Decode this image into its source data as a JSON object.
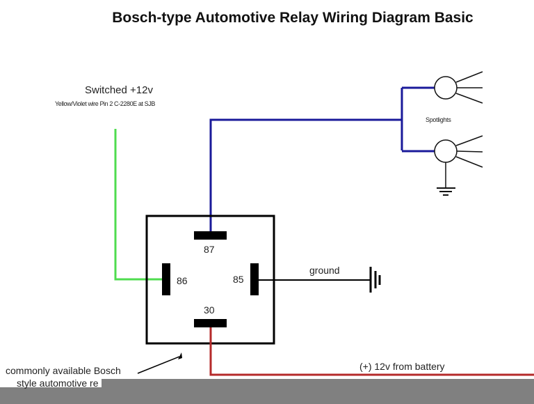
{
  "title": "Bosch-type Automotive Relay Wiring Diagram Basic",
  "labels": {
    "switched": "Switched +12v",
    "switched_note": "Yellow/Violet wire Pin 2 C-2280E at SJB",
    "spotlights": "Spotlights",
    "ground": "ground",
    "battery": "(+) 12v from battery",
    "relay_note_line1": "commonly available Bosch",
    "relay_note_line2": "style automotive re"
  },
  "pins": {
    "p87": "87",
    "p86": "86",
    "p85": "85",
    "p30": "30"
  },
  "colors": {
    "switched_wire": "#4fdc4f",
    "load_wire": "#1a1a9a",
    "battery_wire": "#b52a2a",
    "ground_wire": "#000000"
  }
}
